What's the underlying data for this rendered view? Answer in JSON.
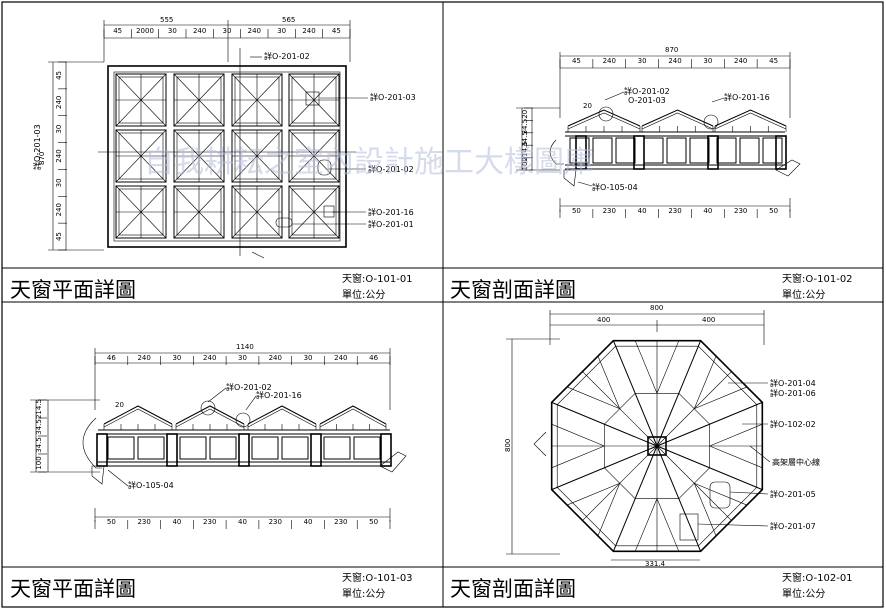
{
  "watermark": "自我耕耘之室內設計施工大樣圖庫",
  "panels": [
    {
      "title": "天窗平面詳圖",
      "code": "天窗:O-101-01",
      "unit": "單位:公分",
      "dims_top_total": [
        "555",
        "565"
      ],
      "dims_top": [
        "45",
        "2000",
        "30",
        "240",
        "30",
        "240",
        "30",
        "240",
        "45"
      ],
      "dims_left": [
        "45",
        "240",
        "30",
        "240",
        "30",
        "240",
        "45"
      ],
      "dims_left_total": "870",
      "refs": [
        "詳O-201-02",
        "詳O-201-03",
        "詳O-201-03",
        "詳O-201-02",
        "詳O-201-16",
        "詳O-201-01"
      ]
    },
    {
      "title": "天窗剖面詳圖",
      "code": "天窗:O-101-02",
      "unit": "單位:公分",
      "dims_top_total": "870",
      "dims_top": [
        "45",
        "240",
        "30",
        "240",
        "30",
        "240",
        "45"
      ],
      "dims_bottom": [
        "50",
        "230",
        "40",
        "230",
        "40",
        "230",
        "50"
      ],
      "dims_left": [
        "20",
        "34.5",
        "34.5",
        "214.5",
        "100"
      ],
      "refs": [
        "詳O-201-02",
        "O-201-03",
        "詳O-201-16",
        "詳O-105-04"
      ]
    },
    {
      "title": "天窗平面詳圖",
      "code": "天窗:O-101-03",
      "unit": "單位:公分",
      "dims_top_total": "1140",
      "dims_top": [
        "46",
        "240",
        "30",
        "240",
        "30",
        "240",
        "30",
        "240",
        "46"
      ],
      "dims_bottom": [
        "50",
        "230",
        "40",
        "230",
        "40",
        "230",
        "40",
        "230",
        "50"
      ],
      "dims_left": [
        "214.5",
        "34.5",
        "34.5",
        "100"
      ],
      "refs": [
        "20",
        "詳O-201-02",
        "詳O-201-16",
        "詳O-105-04"
      ]
    },
    {
      "title": "天窗剖面詳圖",
      "code": "天窗:O-102-01",
      "unit": "單位:公分",
      "dims_top_total": "800",
      "dims_top": [
        "400",
        "400"
      ],
      "dims_left": "800",
      "dims_bottom": "331.4",
      "refs": [
        "詳O-201-04",
        "詳O-201-06",
        "詳O-102-02",
        "高架層中心線",
        "詳O-201-05",
        "詳O-201-07"
      ]
    }
  ]
}
